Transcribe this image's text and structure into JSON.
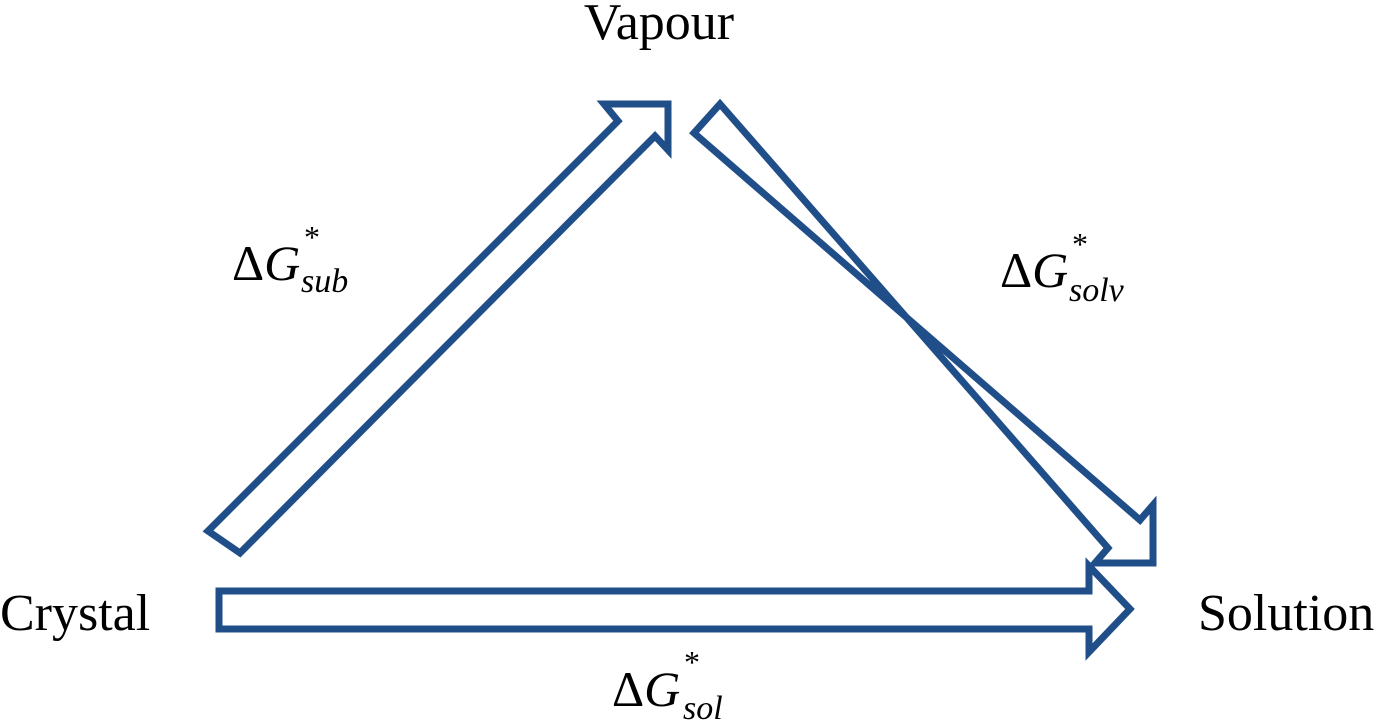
{
  "diagram": {
    "nodes": {
      "vapour": "Vapour",
      "crystal": "Crystal",
      "solution": "Solution"
    },
    "edges": {
      "sublimation": {
        "symbol": "Δ",
        "variable": "G",
        "superscript": "*",
        "subscript": "sub"
      },
      "solvation": {
        "symbol": "Δ",
        "variable": "G",
        "superscript": "*",
        "subscript": "solv"
      },
      "solution": {
        "symbol": "Δ",
        "variable": "G",
        "superscript": "*",
        "subscript": "sol"
      }
    },
    "colors": {
      "arrow_stroke": "#1f4e89",
      "arrow_fill": "#ffffff",
      "text": "#000000"
    }
  }
}
